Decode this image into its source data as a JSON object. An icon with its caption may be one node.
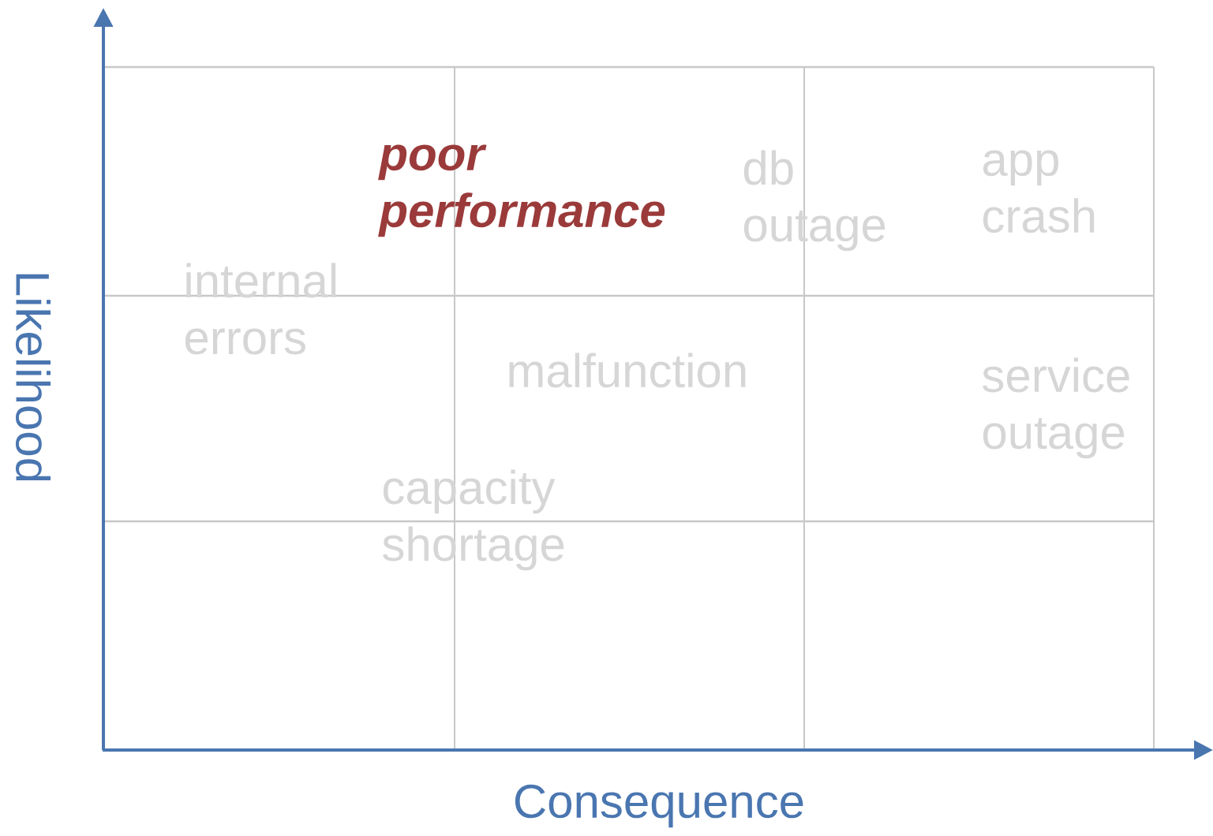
{
  "diagram": {
    "labels": [
      "poor performance",
      "db outage",
      "app crash",
      "internal errors",
      "malfunction",
      "service outage",
      "capacity shortage",
      "Likelihood",
      "Consequence"
    ]
  }
}
